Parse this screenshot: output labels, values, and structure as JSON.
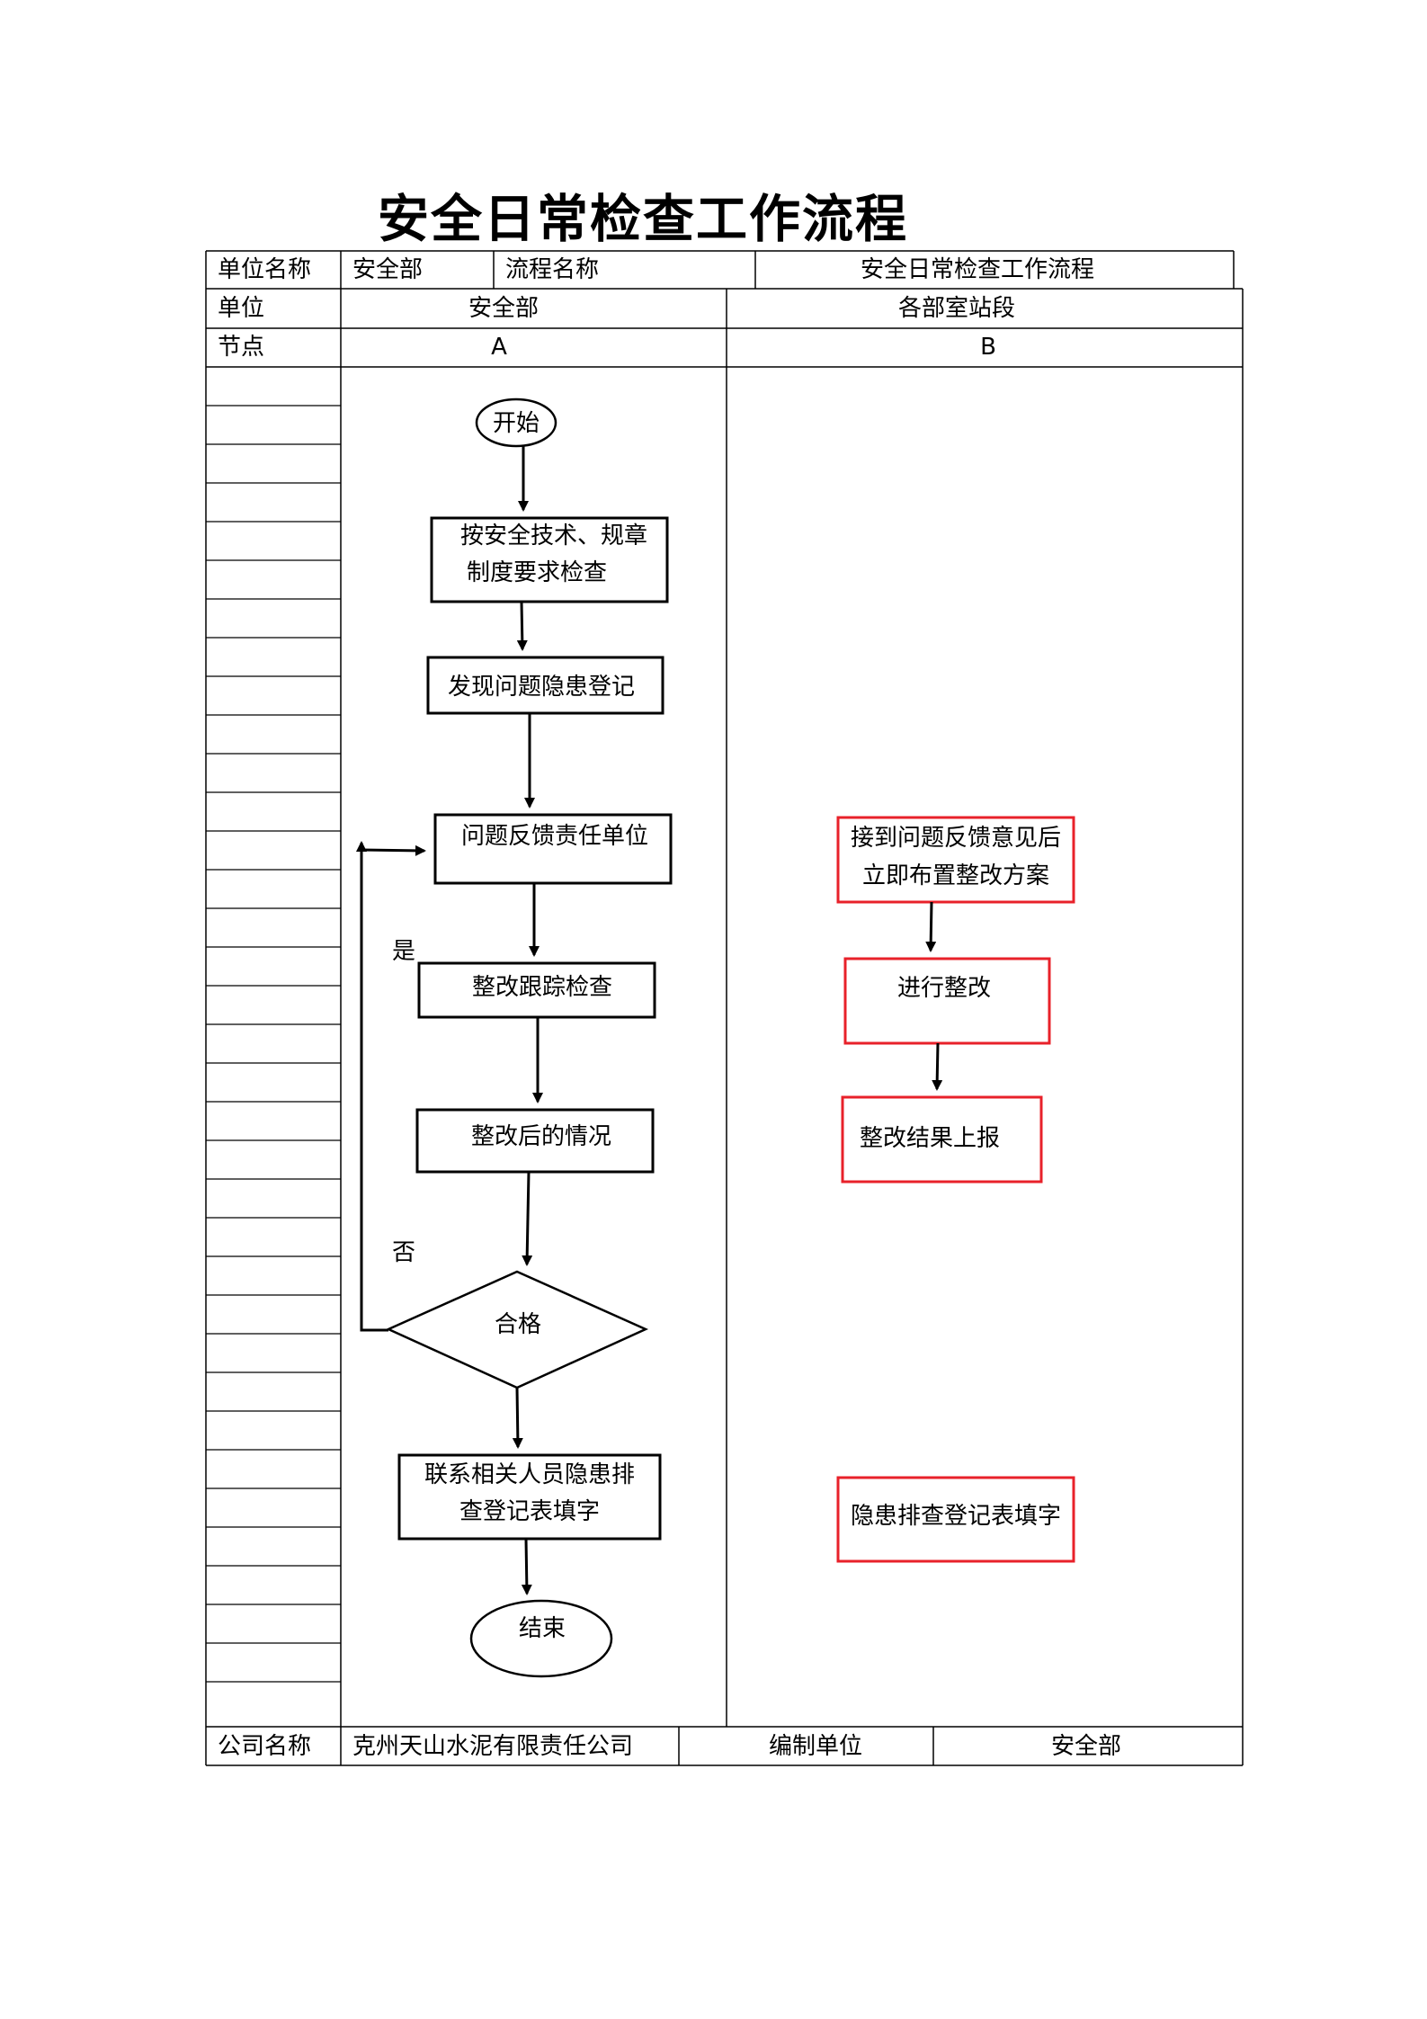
{
  "title": "安全日常检查工作流程",
  "header": {
    "unit_name_label": "单位名称",
    "unit_name_value": "安全部",
    "process_name_label": "流程名称",
    "process_name_value": "安全日常检查工作流程",
    "unit_label": "单位",
    "col_a_unit": "安全部",
    "col_b_unit": "各部室站段",
    "node_label": "节点",
    "col_a_node": "A",
    "col_b_node": "B"
  },
  "flow": {
    "start": "开始",
    "step1_line1": "按安全技术、规章",
    "step1_line2": "制度要求检查",
    "step2": "发现问题隐患登记",
    "step3": "问题反馈责任单位",
    "step4": "整改跟踪检查",
    "step5": "整改后的情况",
    "decision": "合格",
    "yes_label": "是",
    "no_label": "否",
    "step6_line1": "联系相关人员隐患排",
    "step6_line2": "查登记表填字",
    "end": "结束",
    "b1_line1": "接到问题反馈意见后",
    "b1_line2": "立即布置整改方案",
    "b2": "进行整改",
    "b3": "整改结果上报",
    "b4": "隐患排查登记表填字"
  },
  "footer": {
    "company_label": "公司名称",
    "company_value": "克州天山水泥有限责任公司",
    "editor_label": "编制单位",
    "editor_value": "安全部"
  },
  "colors": {
    "line": "#000000",
    "red_box": "#e8212a"
  }
}
